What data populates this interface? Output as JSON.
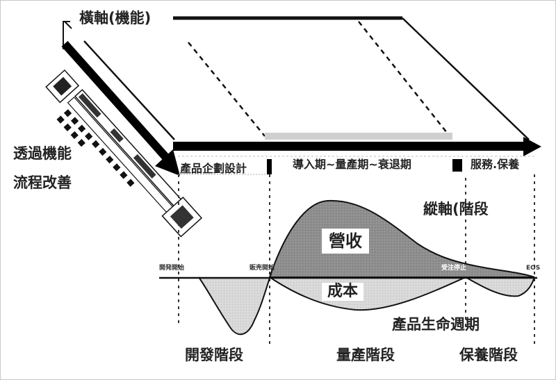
{
  "diagram": {
    "horizontal_axis_label": "橫軸(機能)",
    "vertical_axis_label": "縱軸(階段",
    "side_label_line1": "透過機能",
    "side_label_line2": "流程改善",
    "phase_bar": {
      "planning": "產品企劃設計",
      "production": "導入期~量產期~衰退期",
      "service": "服務.保養"
    },
    "curve_labels": {
      "revenue": "營收",
      "cost": "成本",
      "lifecycle": "產品生命週期"
    },
    "milestones": {
      "dev_start": "開発開始",
      "sales_start": "販売開始",
      "order_stop": "受注停止",
      "eos": "EOS"
    },
    "stages": {
      "development": "開發階段",
      "mass_production": "量產階段",
      "maintenance": "保養階段"
    },
    "colors": {
      "revenue_fill": "#8c8c8c",
      "cost_fill": "#d6d6d6",
      "line": "#111111",
      "background": "#ffffff"
    }
  }
}
